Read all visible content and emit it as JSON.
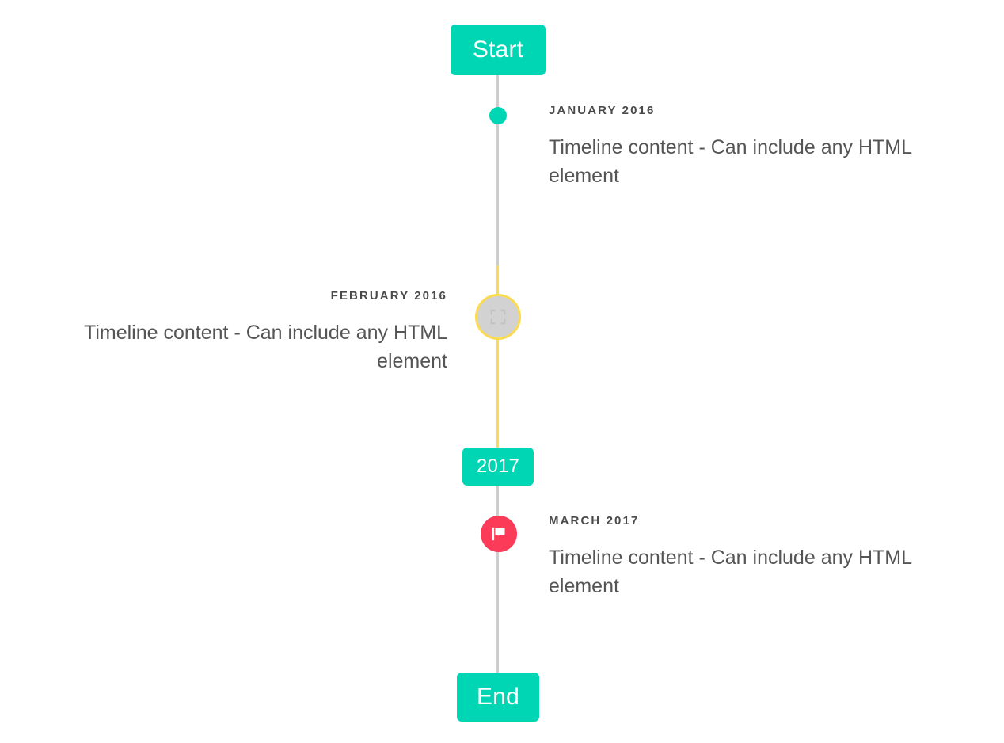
{
  "timeline": {
    "milestones": [
      {
        "id": "start",
        "label": "Start"
      },
      {
        "id": "year",
        "label": "2017"
      },
      {
        "id": "end",
        "label": "End"
      }
    ],
    "entries": [
      {
        "date": "January 2016",
        "body": "Timeline content - Can include any HTML element",
        "side": "right",
        "marker": "teal-dot"
      },
      {
        "date": "February 2016",
        "body": "Timeline content - Can include any HTML element",
        "side": "left",
        "marker": "image-placeholder"
      },
      {
        "date": "March 2017",
        "body": "Timeline content - Can include any HTML element",
        "side": "right",
        "marker": "flag"
      }
    ],
    "colors": {
      "accent_teal": "#00d6b4",
      "rail_gray": "#cdcdcd",
      "rail_highlight_yellow": "#fbdb52",
      "marker_pink": "#fb3b58",
      "marker_gray_fill": "#d2d2d2",
      "date_text": "#4a4a4a",
      "body_text": "#555555",
      "background": "#ffffff"
    }
  }
}
